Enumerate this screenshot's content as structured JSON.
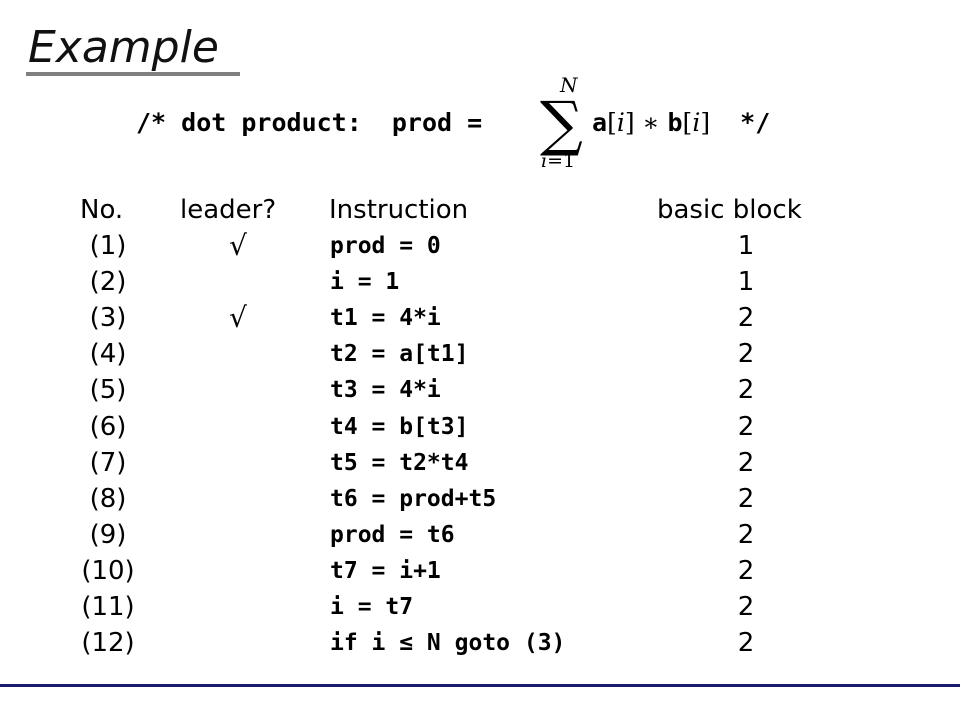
{
  "title": "Example",
  "formula": {
    "prefix": "/* dot product:  prod = ",
    "sum_upper": "N",
    "sum_lower_var": "i",
    "sum_lower_rest": "=1",
    "sigma": "∑",
    "body_a": "a",
    "body_lb1": "[",
    "body_i1": "i",
    "body_rb1": "]",
    "body_op": " ∗ ",
    "body_b": "b",
    "body_lb2": "[",
    "body_i2": "i",
    "body_rb2": "]",
    "suffix": "  */"
  },
  "table": {
    "headers": {
      "no": "No.",
      "leader": "leader?",
      "instruction": "Instruction",
      "block": "basic block"
    },
    "rows": [
      {
        "no": "(1)",
        "leader": "√",
        "instr": "prod = 0",
        "block": "1"
      },
      {
        "no": "(2)",
        "leader": "",
        "instr": "i = 1",
        "block": "1"
      },
      {
        "no": "(3)",
        "leader": "√",
        "instr": "t1 = 4*i",
        "block": "2"
      },
      {
        "no": "(4)",
        "leader": "",
        "instr": "t2 = a[t1]",
        "block": "2"
      },
      {
        "no": "(5)",
        "leader": "",
        "instr": "t3 = 4*i",
        "block": "2"
      },
      {
        "no": "(6)",
        "leader": "",
        "instr": "t4 = b[t3]",
        "block": "2"
      },
      {
        "no": "(7)",
        "leader": "",
        "instr": "t5 = t2*t4",
        "block": "2"
      },
      {
        "no": "(8)",
        "leader": "",
        "instr": "t6 = prod+t5",
        "block": "2"
      },
      {
        "no": "(9)",
        "leader": "",
        "instr": "prod = t6",
        "block": "2"
      },
      {
        "no": "(10)",
        "leader": "",
        "instr": "t7 = i+1",
        "block": "2"
      },
      {
        "no": "(11)",
        "leader": "",
        "instr": "i = t7",
        "block": "2"
      },
      {
        "no": "(12)",
        "leader": "",
        "instr": "if i ≤ N goto (3)",
        "block": "2"
      }
    ]
  },
  "colors": {
    "bottom_rule": "#1a1a6e",
    "title_underline": "#7f7f7f"
  }
}
